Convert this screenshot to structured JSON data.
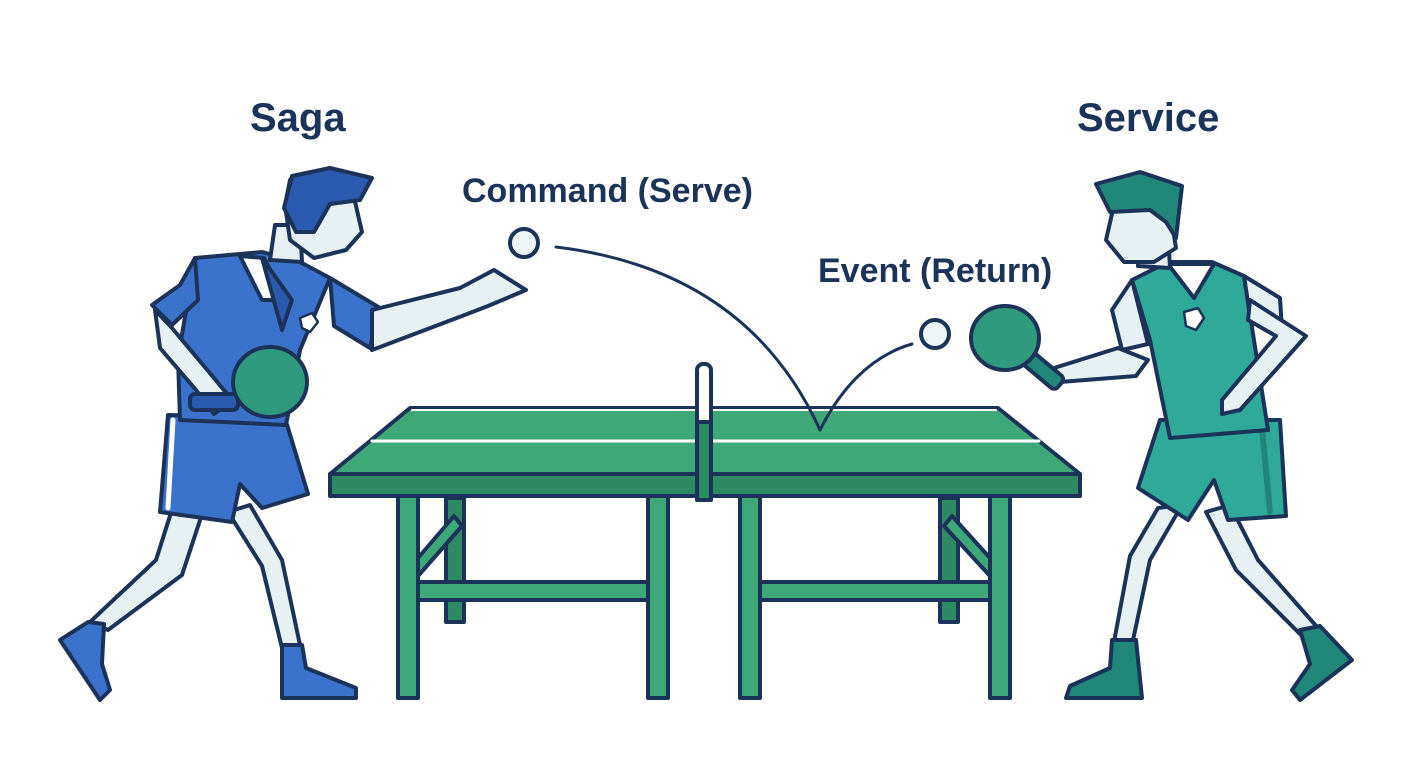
{
  "labels": {
    "left_player": "Saga",
    "right_player": "Service",
    "serve_arc": "Command (Serve)",
    "return_arc": "Event (Return)"
  },
  "colors": {
    "outline": "#1b3358",
    "saga_blue": "#3b73cc",
    "saga_dark": "#2a5bb0",
    "service_teal": "#2fa99a",
    "service_dark": "#22877b",
    "table_green": "#3fa878",
    "table_dark": "#2e8a63",
    "skin": "#e6f1f4",
    "paddle_face": "#2f9a7e"
  },
  "icons": [
    "player-saga-icon",
    "player-service-icon",
    "ping-pong-table-icon",
    "ball-icon",
    "paddle-icon"
  ]
}
